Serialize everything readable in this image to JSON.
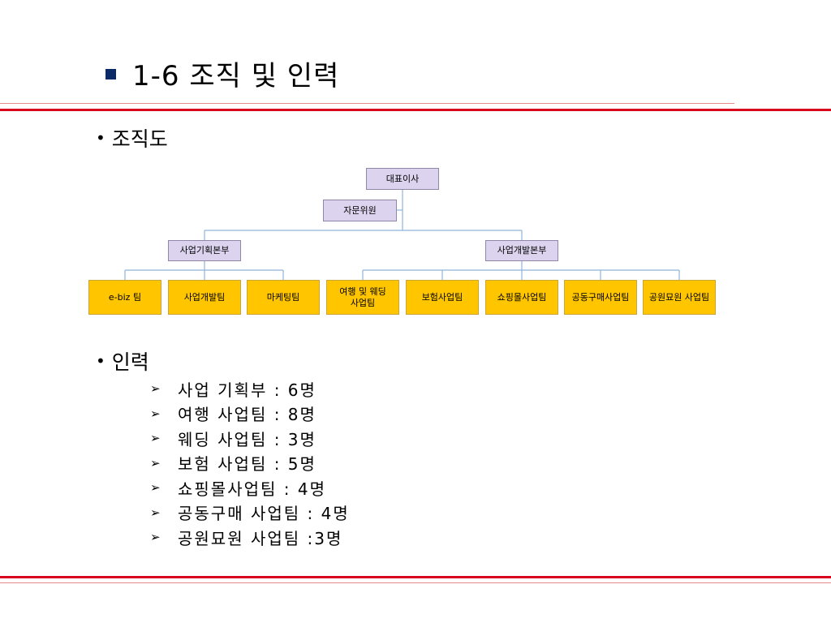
{
  "slide": {
    "title": "1-6 조직 및 인력",
    "section_org": "조직도",
    "section_staff": "인력",
    "bullet_glyph": "•",
    "arrow_glyph": "➢"
  },
  "org": {
    "ceo": "대표이사",
    "advisor": "자문위원",
    "divisions": [
      "사업기획본부",
      "사업개발본부"
    ],
    "teams": [
      "e-biz 팀",
      "사업개발팀",
      "마케팅팀",
      "여행 및 웨딩\n사업팀",
      "보험사업팀",
      "쇼핑몰사업팀",
      "공동구매사업팀",
      "공원묘원 사업팀"
    ],
    "team_division": [
      0,
      0,
      0,
      1,
      1,
      1,
      1,
      1
    ]
  },
  "staff": [
    "사업 기획부 : 6명",
    "여행 사업팀 : 8명",
    "웨딩 사업팀 : 3명",
    "보험 사업팀 : 5명",
    "쇼핑몰사업팀 : 4명",
    "공동구매 사업팀 : 4명",
    "공원묘원 사업팀 :3명"
  ],
  "colors": {
    "title_bullet": "#0b2a66",
    "rule_red": "#d9001b",
    "box_purple": "#dcd3ee",
    "box_yellow": "#ffc600",
    "connector": "#8fb3d9"
  }
}
